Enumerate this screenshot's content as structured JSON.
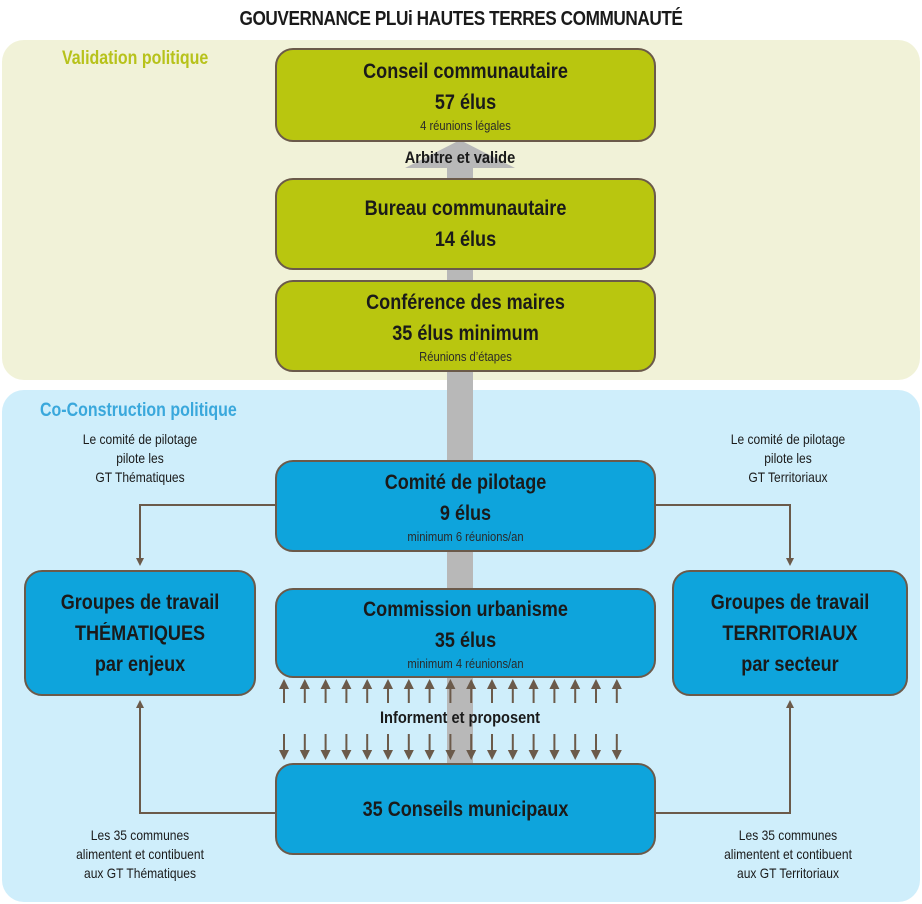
{
  "title": "GOUVERNANCE PLUi HAUTES TERRES COMMUNAUTÉ",
  "sections": {
    "validation": "Validation politique",
    "coconstruction": "Co-Construction politique"
  },
  "colors": {
    "green_box": "#b9c60f",
    "blue_box": "#0ea4dc",
    "green_section": "#f1f2d8",
    "blue_section": "#cfeefb",
    "arrow": "#6b5a4a",
    "axis": "#b8b8b8"
  },
  "boxes": {
    "conseil": {
      "line1": "Conseil communautaire",
      "line2": "57 élus",
      "line3": "4 réunions légales"
    },
    "bureau": {
      "line1": "Bureau communautaire",
      "line2": "14 élus"
    },
    "conference": {
      "line1": "Conférence des maires",
      "line2": "35 élus minimum",
      "line3": "Réunions d’étapes"
    },
    "copil": {
      "line1": "Comité de pilotage",
      "line2": "9 élus",
      "line3": "minimum 6 réunions/an"
    },
    "commission": {
      "line1": "Commission urbanisme",
      "line2": "35 élus",
      "line3": "minimum 4 réunions/an"
    },
    "gt_thematiques": {
      "line1": "Groupes de travail",
      "line2": "THÉMATIQUES",
      "line3": "par enjeux"
    },
    "gt_territoriaux": {
      "line1": "Groupes de travail",
      "line2": "TERRITORIAUX",
      "line3": "par secteur"
    },
    "conseils_municipaux": {
      "line1": "35 Conseils municipaux"
    }
  },
  "labels": {
    "arbitre": "Arbitre et valide",
    "informent": "Informent et proposent"
  },
  "notes": {
    "pilote_thematiques": [
      "Le comité de pilotage",
      "pilote les",
      "GT Thématiques"
    ],
    "pilote_territoriaux": [
      "Le comité de pilotage",
      "pilote les",
      "GT Territoriaux"
    ],
    "alimentent_thematiques": [
      "Les 35 communes",
      "alimentent et contibuent",
      "aux GT Thématiques"
    ],
    "alimentent_territoriaux": [
      "Les 35 communes",
      "alimentent et contibuent",
      "aux GT Territoriaux"
    ]
  }
}
